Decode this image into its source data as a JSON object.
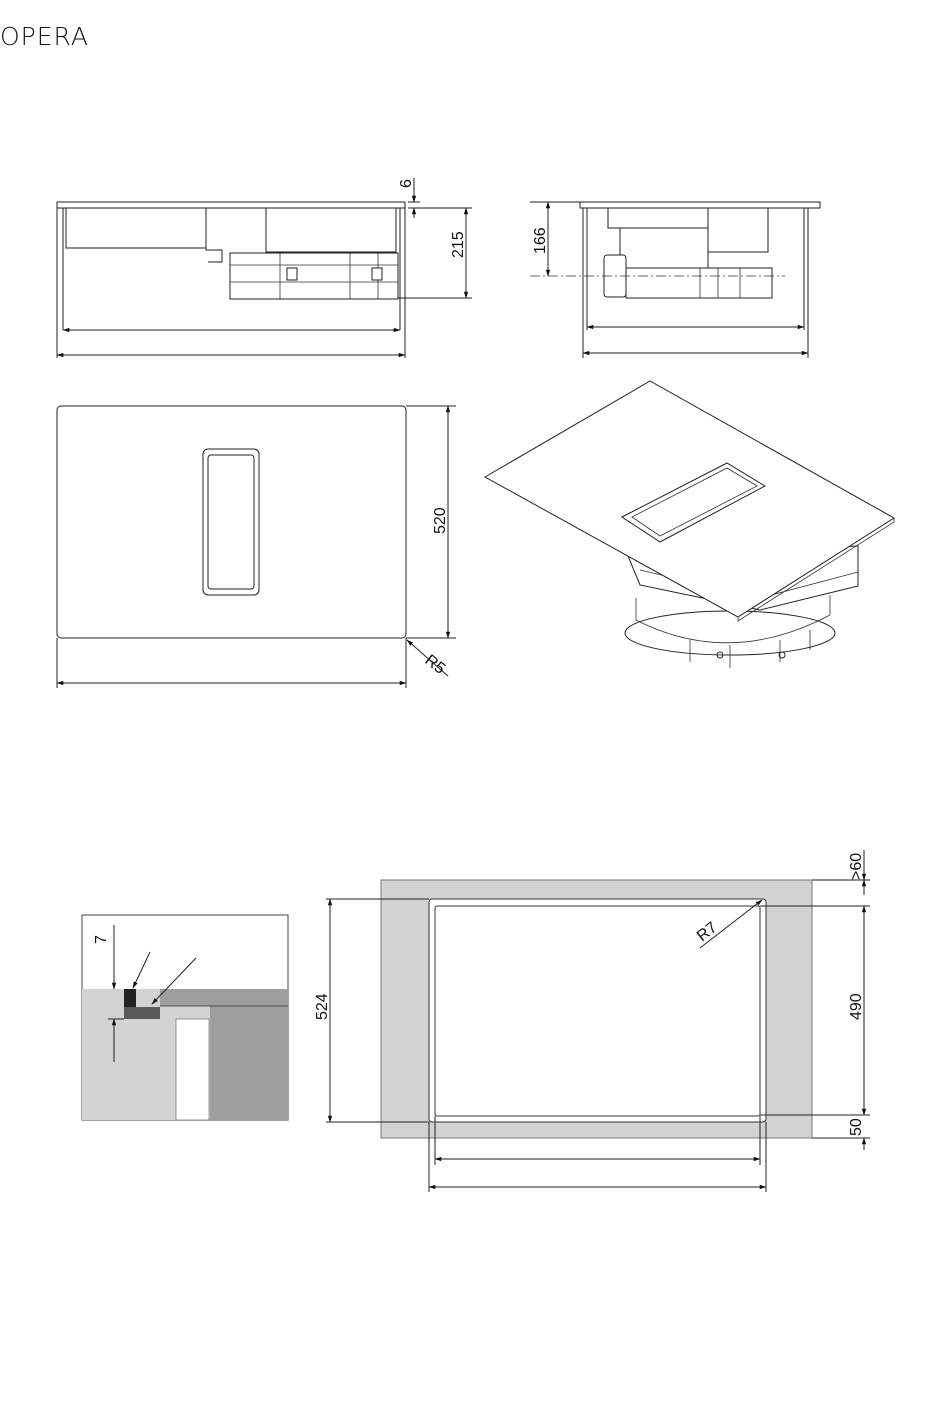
{
  "brand": {
    "name": "OPERA"
  },
  "drawing": {
    "side_view": {
      "top_gap": "6",
      "total_height": "215"
    },
    "end_view": {
      "axis_height": "166"
    },
    "plan_view": {
      "depth": "520",
      "corner_radius": "R5"
    },
    "seal_detail": {
      "seal_thickness": "7"
    },
    "cutout": {
      "outer_depth": "524",
      "inner_depth": "490",
      "back_clearance": ">60",
      "front_clearance": "50",
      "corner_radius": "R7"
    }
  },
  "colors": {
    "counter_light": "#d3d3d3",
    "counter_dark": "#9e9e9e",
    "seal": "#222222",
    "gasket": "#5a5a5a"
  }
}
